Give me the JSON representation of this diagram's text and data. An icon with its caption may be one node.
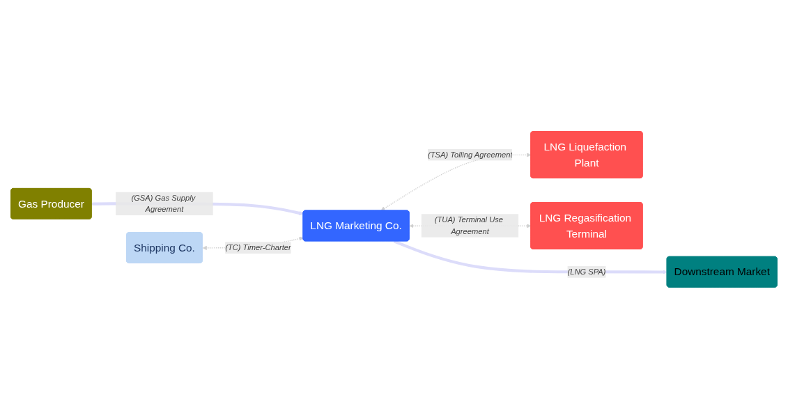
{
  "diagram": {
    "nodes": [
      {
        "text": [
          "Shipping Co."
        ]
      },
      {
        "text": [
          "Gas Producer"
        ]
      },
      {
        "text": [
          "LNG Marketing Co."
        ]
      },
      {
        "text": [
          "Downstream Market"
        ]
      },
      {
        "text": [
          "LNG Liquefaction Plant"
        ]
      },
      {
        "text": [
          "LNG Regasification Terminal"
        ]
      }
    ],
    "edges": [
      {
        "from": 1,
        "to": 2,
        "arrow": "to",
        "label": "(GSA) Gas Supply Agreement",
        "style": "thick",
        "color": "#dcdcfa"
      },
      {
        "from": 2,
        "to": 3,
        "arrow": "to",
        "label": "(LNG SPA)",
        "style": "thick",
        "color": "#dcdcfa"
      },
      {
        "from": 0,
        "to": 2,
        "arrow": "both",
        "label": "(TC) Timer-Charter",
        "style": "dashed",
        "color": "#d0d0d0"
      },
      {
        "from": 2,
        "to": 4,
        "arrow": "both",
        "label": "(TSA) Tolling Agreement",
        "style": "dashed",
        "color": "#d0d0d0"
      },
      {
        "from": 2,
        "to": 5,
        "arrow": "both",
        "label": "(TUA) Terminal Use Agreement",
        "style": "dashed",
        "color": "#d0d0d0"
      }
    ]
  }
}
